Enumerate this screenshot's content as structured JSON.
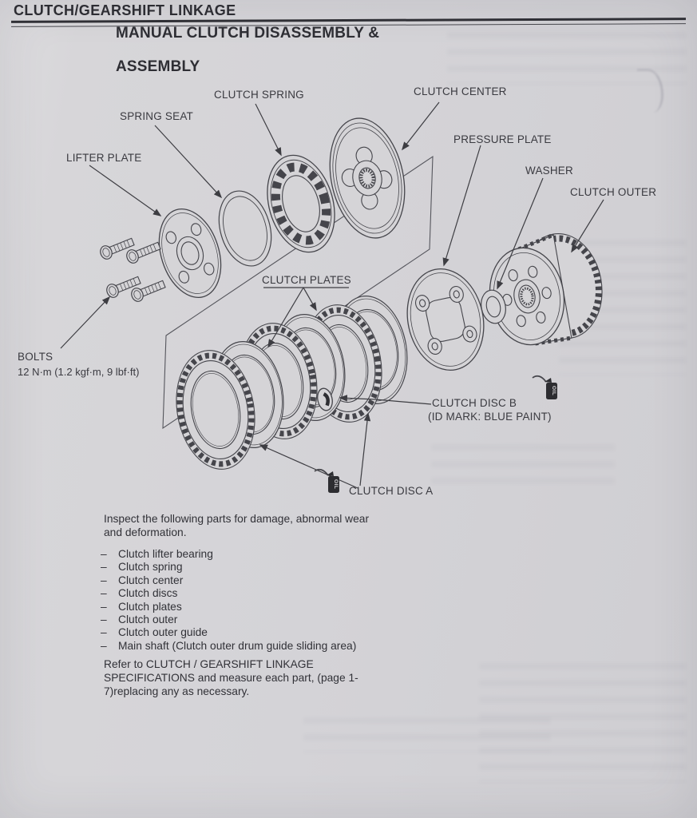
{
  "header": {
    "section_title": "CLUTCH/GEARSHIFT LINKAGE",
    "heading_line1": "MANUAL CLUTCH DISASSEMBLY &",
    "heading_line2": "ASSEMBLY"
  },
  "diagram": {
    "labels": {
      "lifter_plate": "LIFTER PLATE",
      "spring_seat": "SPRING SEAT",
      "clutch_spring": "CLUTCH SPRING",
      "clutch_center": "CLUTCH CENTER",
      "pressure_plate": "PRESSURE PLATE",
      "washer": "WASHER",
      "clutch_outer": "CLUTCH OUTER",
      "clutch_plates": "CLUTCH PLATES",
      "bolts": "BOLTS",
      "bolts_torque": "12 N·m (1.2 kgf·m, 9 lbf·ft)",
      "clutch_disc_b": "CLUTCH DISC B",
      "clutch_disc_b_note": "(ID MARK: BLUE PAINT)",
      "clutch_disc_a": "CLUTCH DISC A"
    },
    "oil_label": "OIL",
    "ink_color": "#3d3d42",
    "paper_color": "#d5d4d7"
  },
  "body": {
    "intro_line1": "Inspect the following parts for damage, abnormal wear",
    "intro_line2": "and deformation.",
    "dash": "–",
    "items": [
      "Clutch lifter bearing",
      "Clutch spring",
      "Clutch center",
      "Clutch discs",
      "Clutch plates",
      "Clutch outer",
      "Clutch outer guide",
      "Main shaft (Clutch outer drum guide sliding area)"
    ],
    "refer_line1": "Refer to CLUTCH / GEARSHIFT LINKAGE",
    "refer_line2": "SPECIFICATIONS and measure each part, (page 1-",
    "refer_line3": "7)replacing any as necessary."
  }
}
